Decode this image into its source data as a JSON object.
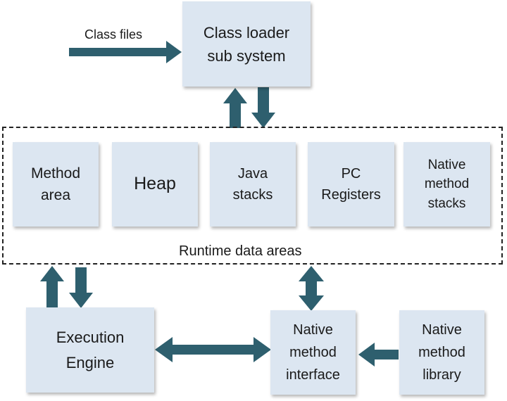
{
  "class_files_label": "Class files",
  "class_loader": "Class loader\nsub system",
  "runtime": {
    "label": "Runtime data areas",
    "areas": {
      "method_area": "Method\narea",
      "heap": "Heap",
      "java_stacks": "Java\nstacks",
      "pc_registers": "PC\nRegisters",
      "native_method_stacks": "Native\nmethod\nstacks"
    }
  },
  "execution_engine": "Execution\nEngine",
  "native_method_interface": "Native\nmethod\ninterface",
  "native_method_library": "Native\nmethod\nlibrary",
  "colors": {
    "box_fill": "#dce6f1",
    "arrow": "#2e5f6e",
    "border": "#222222"
  }
}
